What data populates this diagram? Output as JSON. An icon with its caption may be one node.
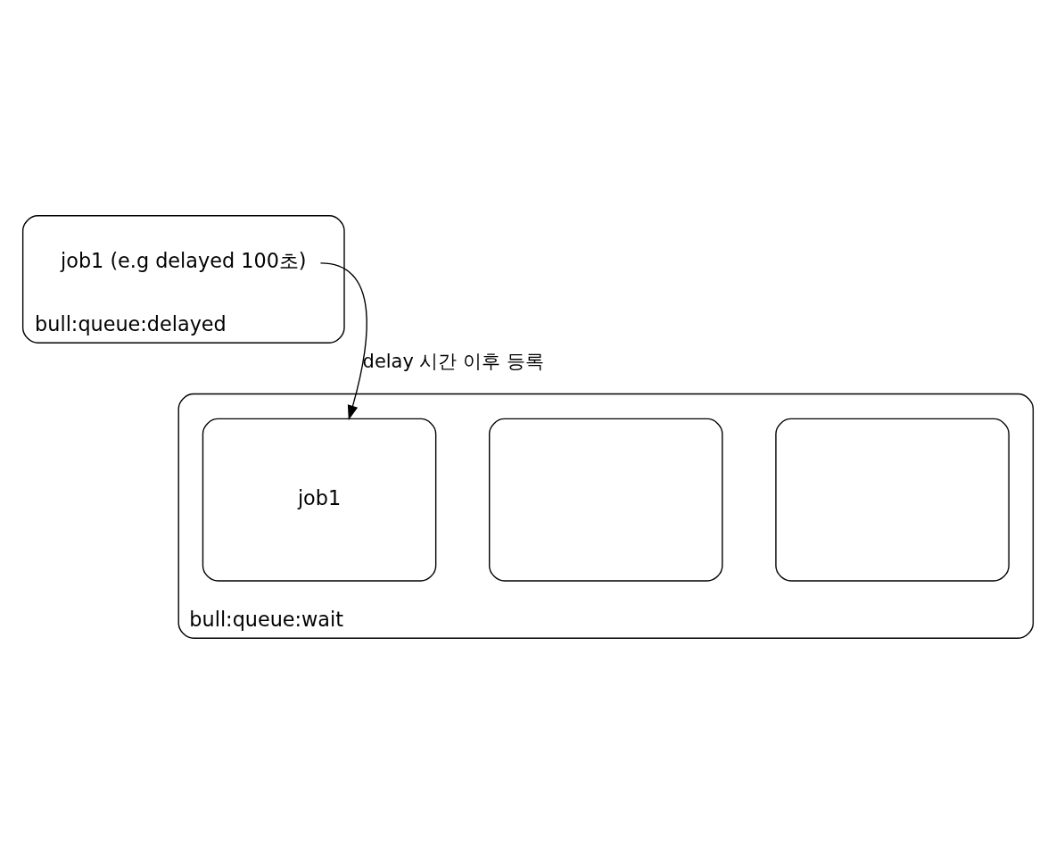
{
  "diagram": {
    "nodes": [
      {
        "text": [
          "bull:queue:delayed"
        ]
      },
      {
        "text": [
          "job1 (e.g delayed 100초)"
        ],
        "in": 0
      },
      {
        "text": [
          "bull:queue:wait"
        ]
      },
      {
        "text": [
          "job1"
        ],
        "in": 2
      },
      {
        "text": [],
        "shape": "box",
        "in": 2
      },
      {
        "text": [],
        "shape": "box",
        "in": 2
      }
    ],
    "edges": [
      {
        "from": 1,
        "to": 3,
        "arrow": "to",
        "label": "delay 시간 이후 등록"
      }
    ]
  }
}
